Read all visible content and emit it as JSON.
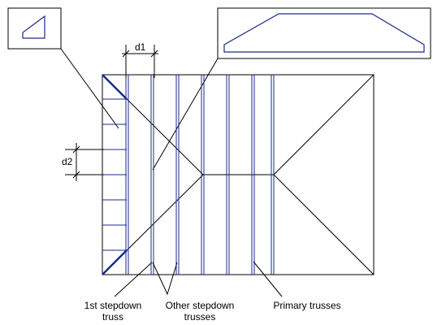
{
  "colors": {
    "truss": "#1a2a8c",
    "outline": "#000000",
    "background": "#ffffff"
  },
  "labels": {
    "d1": "d1",
    "d2": "d2",
    "first_stepdown_line1": "1st stepdown",
    "first_stepdown_line2": "truss",
    "other_stepdown_line1": "Other stepdown",
    "other_stepdown_line2": "trusses",
    "primary": "Primary trusses"
  }
}
